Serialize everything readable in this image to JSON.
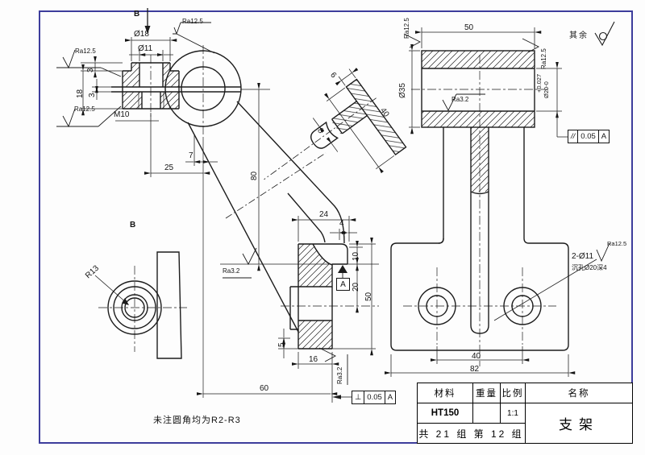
{
  "labels": {
    "b_arrow": "B",
    "b_view": "B",
    "rest": "其余",
    "note": "未注圆角均为R2-R3"
  },
  "roughness": {
    "ra125": "Ra12.5",
    "ra32": "Ra3.2"
  },
  "dims": {
    "d18": "Ø18",
    "d11": "Ø11",
    "m10": "M10",
    "t3_top": "3",
    "t18": "18",
    "t3_mid": "3",
    "d7": "7",
    "d25": "25",
    "d80": "80",
    "d60": "60",
    "r13": "R13",
    "sec6": "6",
    "sec40": "40",
    "sec8": "8",
    "d24": "24",
    "d4": "4",
    "d10": "10",
    "d20v": "20",
    "d50v": "50",
    "d5": "5",
    "d16": "16",
    "d50top": "50",
    "d35": "Ø35",
    "tol_upper": "+0.027",
    "d20tol": "Ø20-0",
    "holes1": "2-Ø11",
    "holes2": "沉孔Ø20深4",
    "d40": "40",
    "d82": "82"
  },
  "gdt": {
    "parallel_sym": "//",
    "perp_sym": "⊥",
    "tol": "0.05",
    "datum": "A"
  },
  "titleblock": {
    "material_label": "材料",
    "weight_label": "重量",
    "scale_label": "比例",
    "name_label": "名称",
    "material_value": "HT150",
    "weight_value": "",
    "scale_value": "1:1",
    "group_text": "共 21 组 第 12 组",
    "part_name": "支架"
  }
}
